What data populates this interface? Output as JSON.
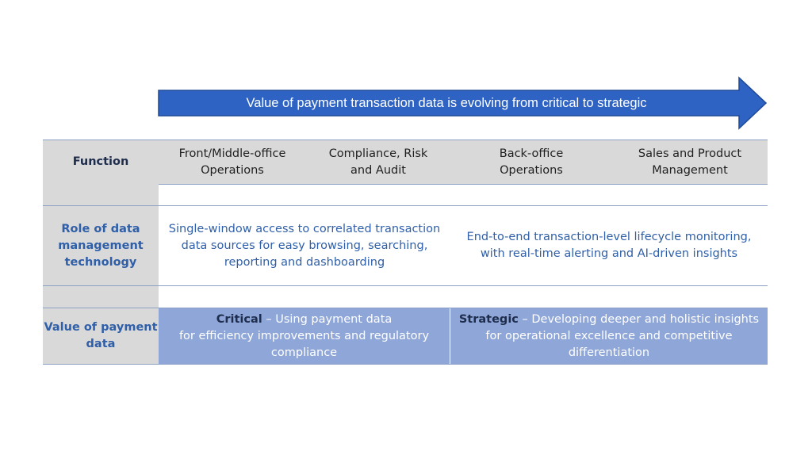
{
  "arrow": {
    "label": "Value of payment transaction data is evolving from critical to strategic",
    "color": "#2e63c4"
  },
  "header": {
    "function_label": "Function",
    "columns": [
      [
        "Front/Middle-office",
        "Operations"
      ],
      [
        "Compliance, Risk",
        "and Audit"
      ],
      [
        "Back-office",
        "Operations"
      ],
      [
        "Sales and Product",
        "Management"
      ]
    ]
  },
  "role_row": {
    "label": [
      "Role of data",
      "management",
      "technology"
    ],
    "left": [
      "Single-window access to correlated transaction",
      "data sources for easy browsing, searching,",
      "reporting and dashboarding"
    ],
    "right": [
      "End-to-end transaction-level lifecycle monitoring,",
      "with real-time alerting and AI-driven insights"
    ]
  },
  "value_row": {
    "label": [
      "Value of payment",
      "data"
    ],
    "left": {
      "keyword": "Critical",
      "rest": " – Using payment data",
      "lines": [
        "for efficiency improvements and regulatory",
        "compliance"
      ]
    },
    "right": {
      "keyword": "Strategic",
      "rest": " – Developing deeper and holistic insights",
      "lines": [
        "for operational excellence and competitive",
        "differentiation"
      ]
    }
  },
  "colors": {
    "label_bg": "#d9d9d9",
    "label_text": "#2f5fa8",
    "value_bg": "#8fa6d8",
    "border": "#8c9fc4"
  }
}
